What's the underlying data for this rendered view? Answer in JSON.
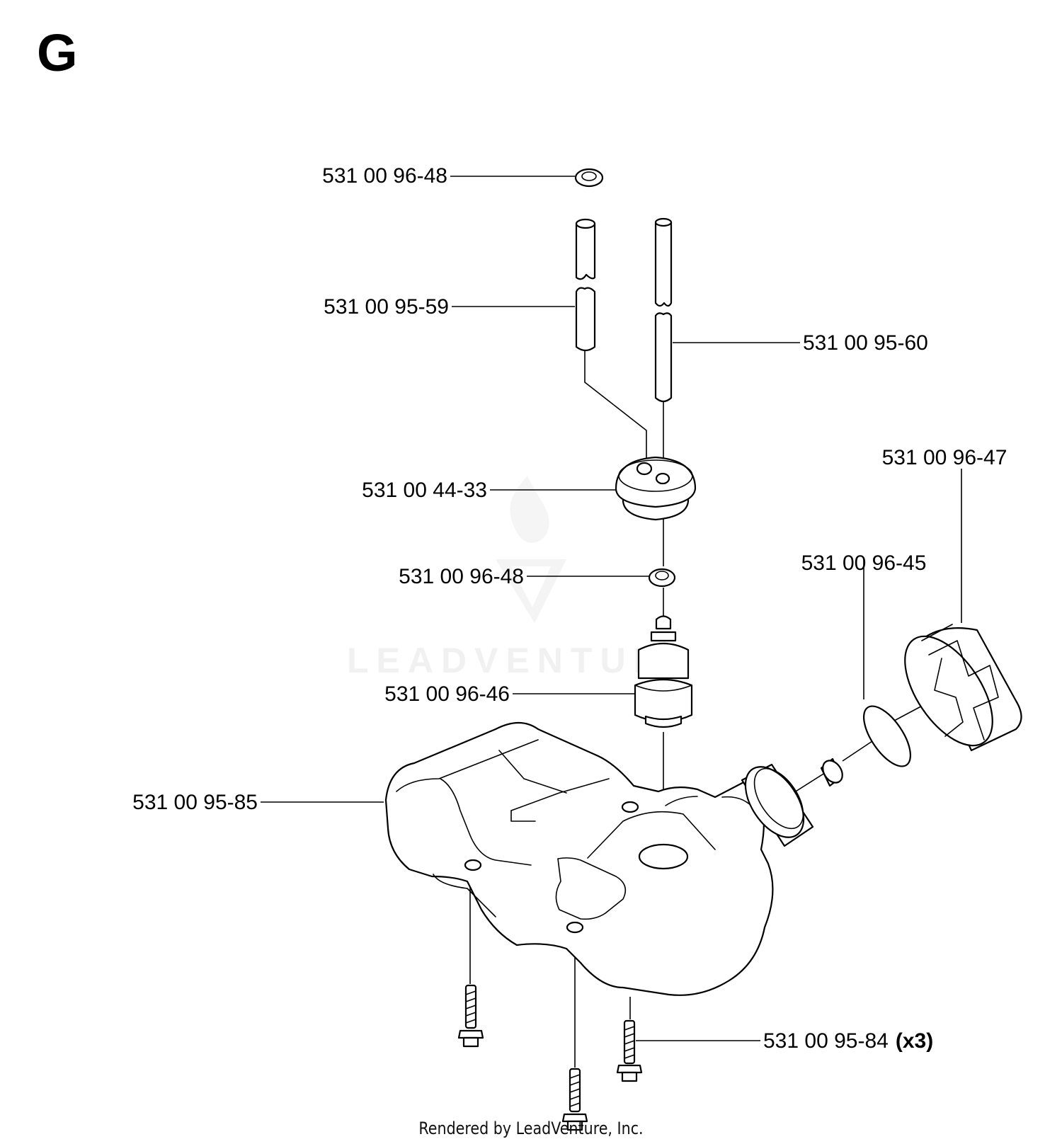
{
  "page": {
    "section_letter": "G",
    "footer": "Rendered by LeadVenture, Inc."
  },
  "watermark": {
    "text": "LEADVENTURE"
  },
  "parts": [
    {
      "id": "seal_top",
      "number": "531 00 96-48"
    },
    {
      "id": "hose_left",
      "number": "531 00 95-59"
    },
    {
      "id": "hose_right",
      "number": "531 00 95-60"
    },
    {
      "id": "grommet",
      "number": "531 00 44-33"
    },
    {
      "id": "seal_lower",
      "number": "531 00 96-48"
    },
    {
      "id": "fuel_filter",
      "number": "531 00 96-46"
    },
    {
      "id": "fuel_tank",
      "number": "531 00 95-85"
    },
    {
      "id": "vent_seal",
      "number": "531 00 96-45"
    },
    {
      "id": "fuel_cap",
      "number": "531 00 96-47"
    },
    {
      "id": "screw",
      "number": "531 00 95-84",
      "qty": "(x3)"
    }
  ]
}
